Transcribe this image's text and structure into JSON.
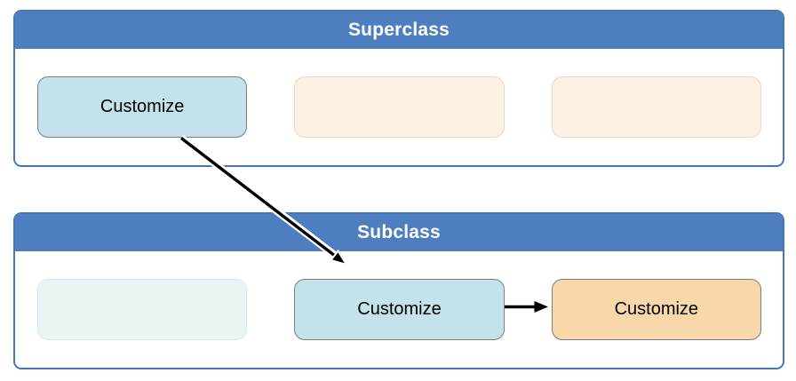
{
  "superclass": {
    "title": "Superclass",
    "boxes": [
      {
        "label": "Customize",
        "style": "active-blue"
      },
      {
        "label": "",
        "style": "empty-cream"
      },
      {
        "label": "",
        "style": "empty-cream"
      }
    ]
  },
  "subclass": {
    "title": "Subclass",
    "boxes": [
      {
        "label": "",
        "style": "empty-mint"
      },
      {
        "label": "Customize",
        "style": "active-blue"
      },
      {
        "label": "Customize",
        "style": "active-orange"
      }
    ]
  },
  "colors": {
    "header_blue": "#4d7ec0",
    "container_border_blue": "#4577b8",
    "active_blue_fill": "#c4e2ec",
    "empty_cream_fill": "#fbf1e3",
    "empty_mint_fill": "#e8f5f4",
    "active_orange_fill": "#f8d8a9",
    "box_border_gray": "#7b7d80",
    "arrow_black": "#000000",
    "header_text": "#ffffff",
    "box_text": "#000000"
  }
}
